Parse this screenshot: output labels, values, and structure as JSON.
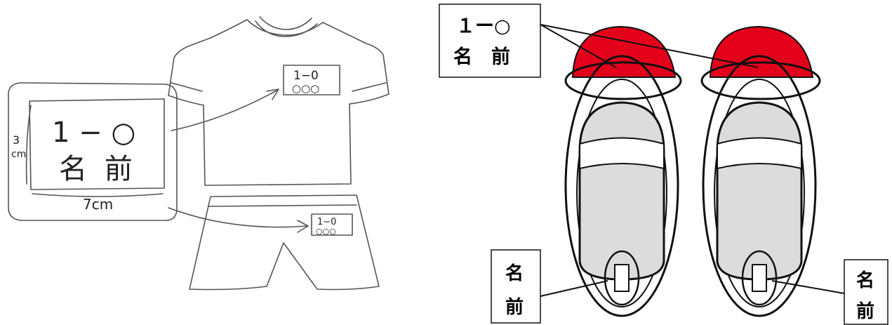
{
  "uniform_sketch": {
    "big_label": {
      "line1": "1 − ○",
      "line2": "名 前",
      "height_label": "3",
      "height_unit": "cm",
      "width_label": "7cm"
    },
    "shirt_tag": {
      "line1": "1−0",
      "line2": "○○○"
    },
    "shorts_tag": {
      "line1": "1−0",
      "line2": "○○○"
    }
  },
  "shoes_diagram": {
    "top_callout": {
      "line1": "１ー○",
      "line2": "名　前"
    },
    "left_heel_callout": {
      "char1": "名",
      "char2": "前"
    },
    "right_heel_callout": {
      "char1": "名",
      "char2": "前"
    },
    "colors": {
      "toe_red": "#e3001b",
      "insole_gray": "#dcdcdc",
      "outline": "#111111"
    }
  }
}
